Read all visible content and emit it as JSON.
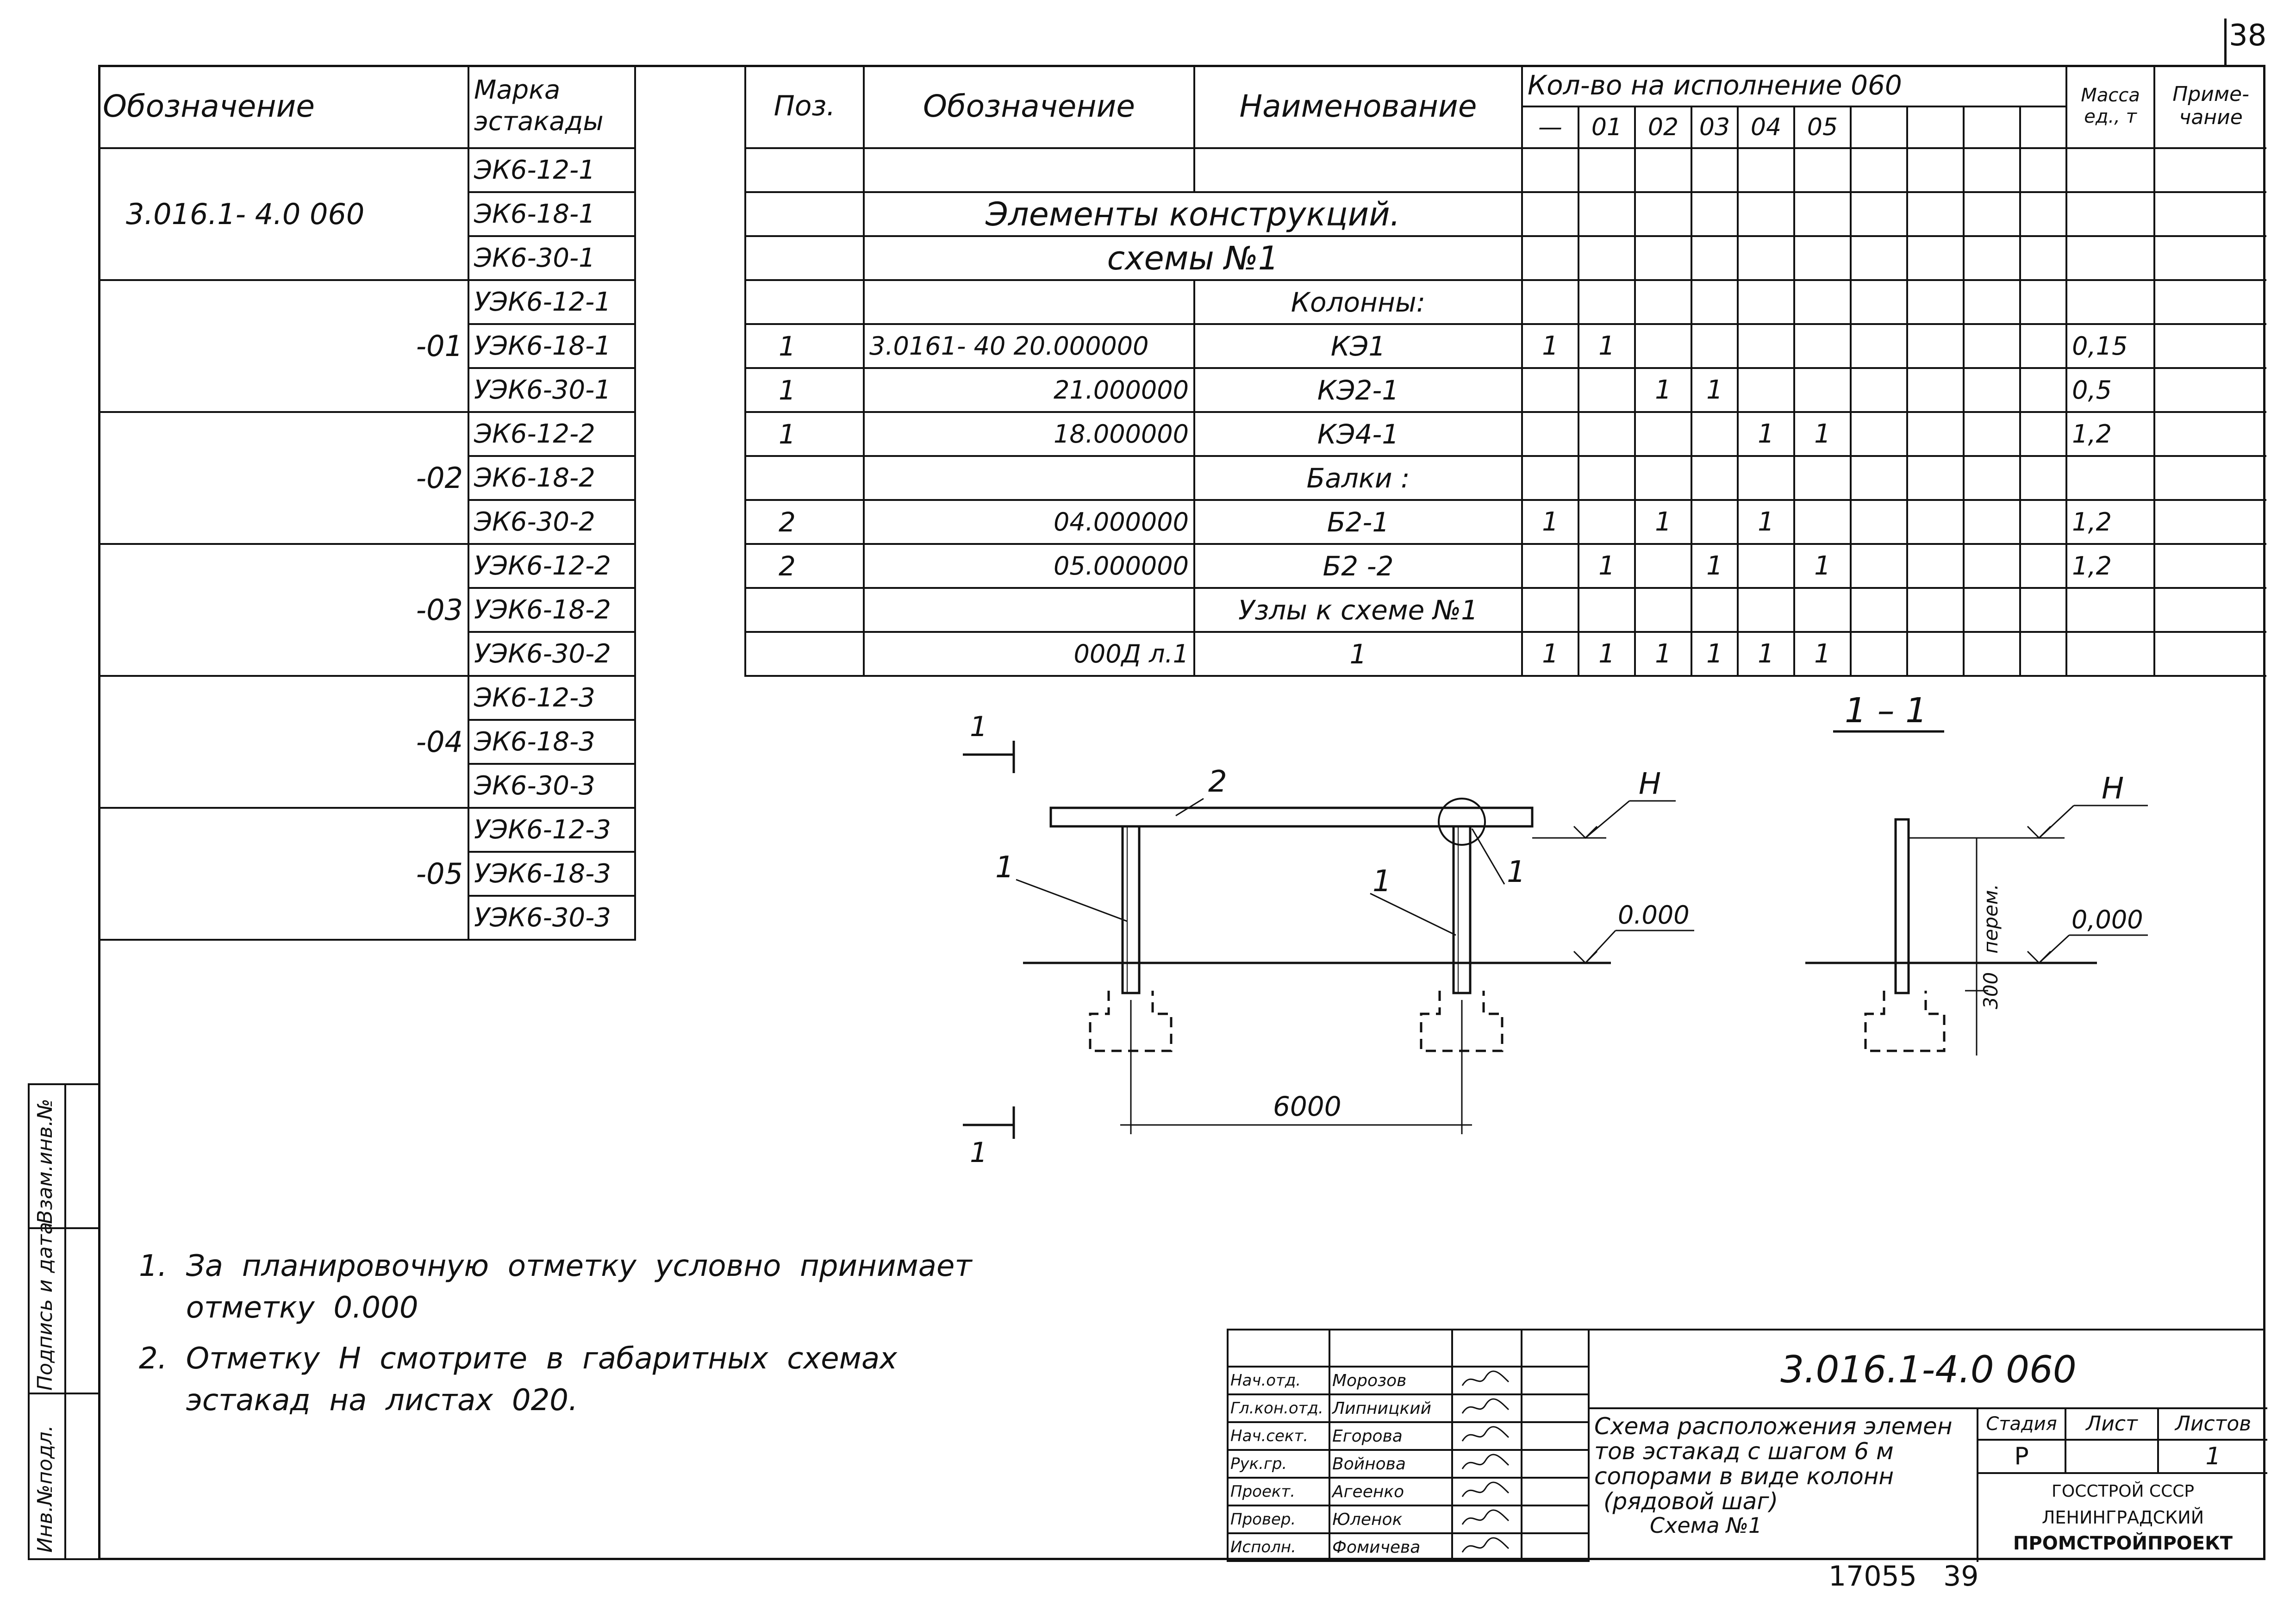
{
  "page_number": "38",
  "bottom_number": "17055   39",
  "marks_table": {
    "header_designation": "Обозначение",
    "header_mark_line1": "Марка",
    "header_mark_line2": "эстакады",
    "groups": [
      {
        "designation": "3.016.1- 4.0    060",
        "marks": [
          "ЭК6-12-1",
          "ЭК6-18-1",
          "ЭК6-30-1"
        ]
      },
      {
        "designation": "-01",
        "marks": [
          "УЭК6-12-1",
          "УЭК6-18-1",
          "УЭК6-30-1"
        ]
      },
      {
        "designation": "-02",
        "marks": [
          "ЭК6-12-2",
          "ЭК6-18-2",
          "ЭК6-30-2"
        ]
      },
      {
        "designation": "-03",
        "marks": [
          "УЭК6-12-2",
          "УЭК6-18-2",
          "УЭК6-30-2"
        ]
      },
      {
        "designation": "-04",
        "marks": [
          "ЭК6-12-3",
          "ЭК6-18-3",
          "ЭК6-30-3"
        ]
      },
      {
        "designation": "-05",
        "marks": [
          "УЭК6-12-3",
          "УЭК6-18-3",
          "УЭК6-30-3"
        ]
      }
    ]
  },
  "spec_table": {
    "h_pos": "Поз.",
    "h_designation": "Обозначение",
    "h_name": "Наименование",
    "h_qty": "Кол-во на исполнение    060",
    "h_mass": "Масса ед., т",
    "h_note": "Приме-чание",
    "qty_columns": [
      "—",
      "01",
      "02",
      "03",
      "04",
      "05"
    ],
    "section_title_1": "Элементы   конструкций.",
    "section_title_2": "схемы №1",
    "rows": [
      {
        "pos": "",
        "designation": "",
        "name": "Колонны:",
        "qty": [
          "",
          "",
          "",
          "",
          "",
          ""
        ],
        "mass": ""
      },
      {
        "pos": "1",
        "designation": "3.0161- 40   20.000000",
        "name": "КЭ1",
        "qty": [
          "1",
          "1",
          "",
          "",
          "",
          ""
        ],
        "mass": "0,15"
      },
      {
        "pos": "1",
        "designation": "21.000000",
        "name": "КЭ2-1",
        "qty": [
          "",
          "",
          "1",
          "1",
          "",
          ""
        ],
        "mass": "0,5"
      },
      {
        "pos": "1",
        "designation": "18.000000",
        "name": "КЭ4-1",
        "qty": [
          "",
          "",
          "",
          "",
          "1",
          "1"
        ],
        "mass": "1,2"
      },
      {
        "pos": "",
        "designation": "",
        "name": "Балки :",
        "qty": [
          "",
          "",
          "",
          "",
          "",
          ""
        ],
        "mass": ""
      },
      {
        "pos": "2",
        "designation": "04.000000",
        "name": "Б2-1",
        "qty": [
          "1",
          "",
          "1",
          "",
          "1",
          ""
        ],
        "mass": "1,2"
      },
      {
        "pos": "2",
        "designation": "05.000000",
        "name": "Б2 -2",
        "qty": [
          "",
          "1",
          "",
          "1",
          "",
          "1"
        ],
        "mass": "1,2"
      },
      {
        "pos": "",
        "designation": "",
        "name": "Узлы к схеме №1",
        "qty": [
          "",
          "",
          "",
          "",
          "",
          ""
        ],
        "mass": ""
      },
      {
        "pos": "",
        "designation": "000Д л.1",
        "name": "1",
        "qty": [
          "1",
          "1",
          "1",
          "1",
          "1",
          "1"
        ],
        "mass": ""
      }
    ]
  },
  "drawing": {
    "section_mark": "1",
    "section_title": "1 – 1",
    "beam_label": "2",
    "column_label": "1",
    "level_h": "Н",
    "level_zero": "0.000",
    "level_zero_section": "0,000",
    "span": "6000",
    "depth": "300",
    "variable": "перем."
  },
  "notes": [
    "1.  За  планировочную  отметку  условно  принимает",
    "     отметку  0.000",
    "2.  Отметку  Н  смотрите  в  габаритных  схемах",
    "     эстакад  на  листах  020."
  ],
  "side_stamp": [
    "Инв.№подл.",
    "Подпись и дата",
    "Взам.инв.№"
  ],
  "title_block": {
    "doc_code": "3.016.1-4.0     060",
    "title_lines": [
      "Схема расположения элемен",
      "тов эстакад с шагом 6 м",
      "сопорами в виде колонн",
      "(рядовой шаг)",
      "Схема №1"
    ],
    "stage_label": "Стадия",
    "sheet_label": "Лист",
    "sheets_label": "Листов",
    "stage_value": "Р",
    "sheets_value": "1",
    "org_lines": [
      "ГОССТРОЙ СССР",
      "ЛЕНИНГРАДСКИЙ",
      "ПРОМСТРОЙПРОЕКТ"
    ],
    "signers": [
      {
        "role": "Нач.отд.",
        "name": "Морозов"
      },
      {
        "role": "Гл.кон.отд.",
        "name": "Липницкий"
      },
      {
        "role": "Нач.сект.",
        "name": "Егорова"
      },
      {
        "role": "Рук.гр.",
        "name": "Войнова"
      },
      {
        "role": "Проект.",
        "name": "Агеенко"
      },
      {
        "role": "Провер.",
        "name": "Юленок"
      },
      {
        "role": "Исполн.",
        "name": "Фомичева"
      }
    ]
  }
}
